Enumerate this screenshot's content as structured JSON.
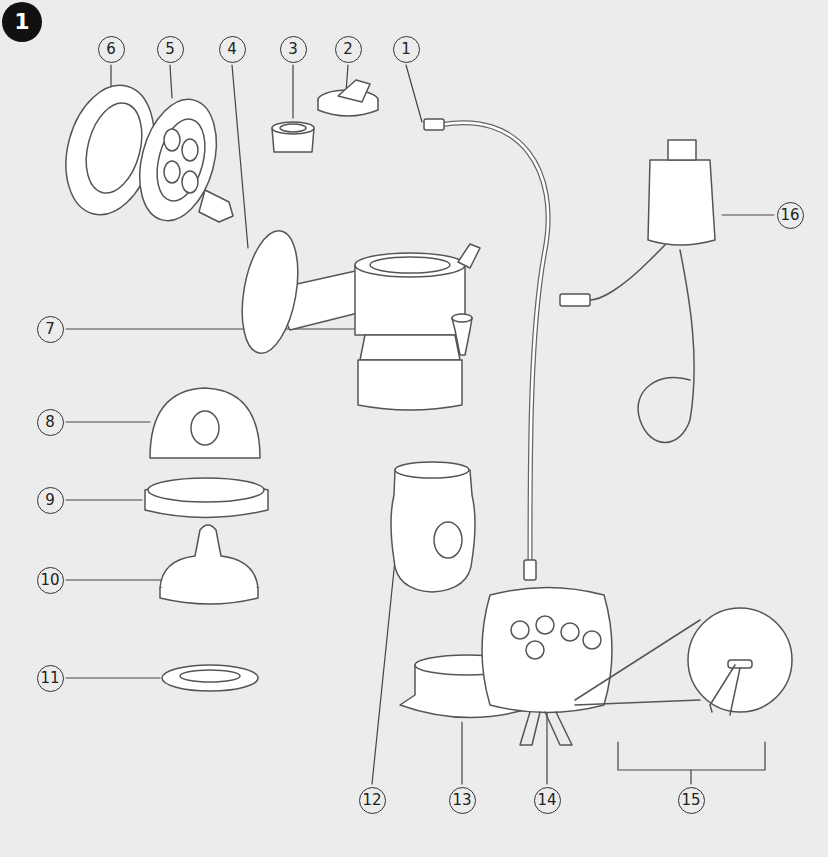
{
  "diagram": {
    "labels": [
      "1",
      "6",
      "5",
      "4",
      "3",
      "2",
      "1",
      "16",
      "7",
      "8",
      "9",
      "10",
      "11",
      "12",
      "13",
      "14",
      "15"
    ]
  }
}
